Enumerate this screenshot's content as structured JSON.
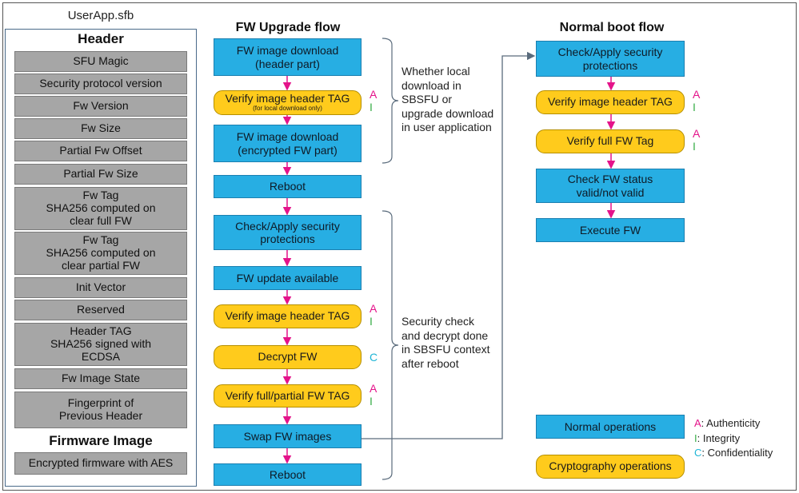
{
  "file_name": "UserApp.sfb",
  "header_section": {
    "title": "Header",
    "fields": [
      "SFU Magic",
      "Security protocol version",
      "Fw Version",
      "Fw Size",
      "Partial Fw Offset",
      "Partial Fw Size",
      "Fw Tag\nSHA256 computed on\nclear full FW",
      "Fw Tag\nSHA256 computed on\nclear partial FW",
      "Init Vector",
      "Reserved",
      "Header TAG\nSHA256 signed with\nECDSA",
      "Fw Image State",
      "Fingerprint of\nPrevious Header"
    ]
  },
  "firmware_section": {
    "title": "Firmware Image",
    "fields": [
      "Encrypted firmware with AES"
    ]
  },
  "upgrade_flow": {
    "title": "FW Upgrade flow",
    "steps": [
      {
        "label": "FW image download\n(header part)",
        "kind": "normal"
      },
      {
        "label": "Verify image header TAG",
        "sub": "(for local download only)",
        "kind": "crypto",
        "marks": [
          "A",
          "I"
        ]
      },
      {
        "label": "FW image download\n(encrypted FW part)",
        "kind": "normal"
      },
      {
        "label": "Reboot",
        "kind": "normal"
      },
      {
        "label": "Check/Apply security\nprotections",
        "kind": "normal"
      },
      {
        "label": "FW update available",
        "kind": "normal"
      },
      {
        "label": "Verify image header TAG",
        "kind": "crypto",
        "marks": [
          "A",
          "I"
        ]
      },
      {
        "label": "Decrypt FW",
        "kind": "crypto",
        "marks": [
          "C"
        ]
      },
      {
        "label": "Verify full/partial FW TAG",
        "kind": "crypto",
        "marks": [
          "A",
          "I"
        ]
      },
      {
        "label": "Swap FW images",
        "kind": "normal"
      },
      {
        "label": "Reboot",
        "kind": "normal"
      }
    ],
    "note_download": "Whether local\ndownload in\nSBSFU or\nupgrade download\nin user application",
    "note_security": "Security check\nand decrypt done\nin SBSFU context\nafter reboot"
  },
  "boot_flow": {
    "title": "Normal boot flow",
    "steps": [
      {
        "label": "Check/Apply security\nprotections",
        "kind": "normal"
      },
      {
        "label": "Verify image header TAG",
        "kind": "crypto",
        "marks": [
          "A",
          "I"
        ]
      },
      {
        "label": "Verify full FW Tag",
        "kind": "crypto",
        "marks": [
          "A",
          "I"
        ]
      },
      {
        "label": "Check FW status\nvalid/not valid",
        "kind": "normal"
      },
      {
        "label": "Execute FW",
        "kind": "normal"
      }
    ]
  },
  "legend": {
    "normal_label": "Normal operations",
    "crypto_label": "Cryptography operations",
    "marks": [
      {
        "mark": "A",
        "text": ": Authenticity"
      },
      {
        "mark": "I",
        "text": ": Integrity"
      },
      {
        "mark": "C",
        "text": ": Confidentiality"
      }
    ]
  },
  "colors": {
    "normal": "#27aee3",
    "crypto": "#ffcb1c",
    "field": "#a6a6a6",
    "arrow": "#e4138a",
    "A": "#e4138a",
    "I": "#3aae49",
    "C": "#1fb5d6"
  }
}
